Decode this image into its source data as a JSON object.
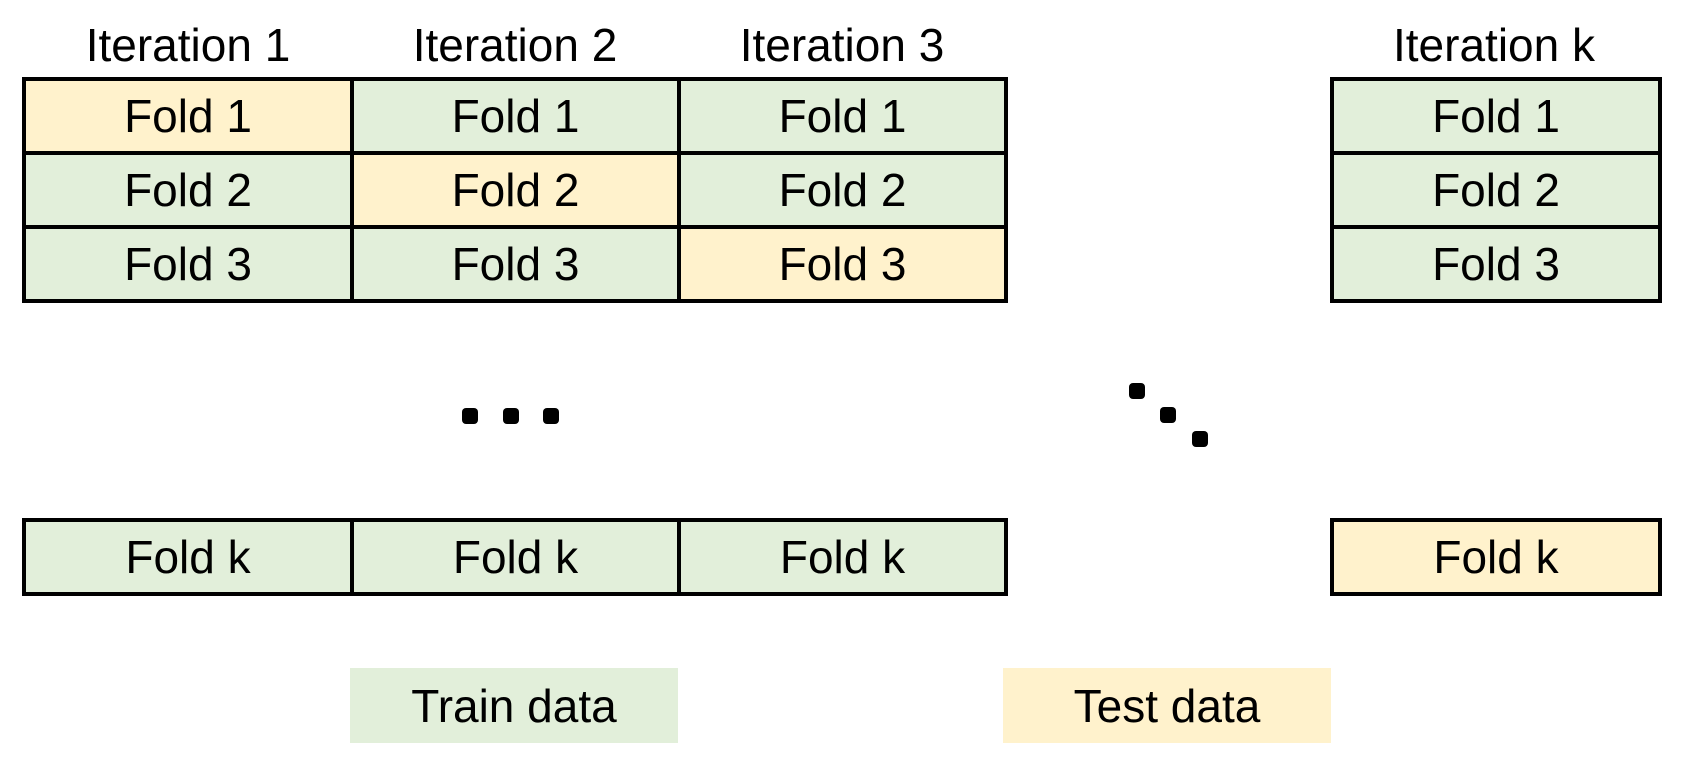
{
  "colors": {
    "train": "#e2efda",
    "test": "#fff2cc",
    "border": "#000000"
  },
  "iterations": [
    {
      "header": "Iteration 1",
      "folds": [
        "Fold 1",
        "Fold 2",
        "Fold 3"
      ],
      "test_index": 0
    },
    {
      "header": "Iteration 2",
      "folds": [
        "Fold 1",
        "Fold 2",
        "Fold 3"
      ],
      "test_index": 1
    },
    {
      "header": "Iteration 3",
      "folds": [
        "Fold 1",
        "Fold 2",
        "Fold 3"
      ],
      "test_index": 2
    },
    {
      "header": "Iteration k",
      "folds": [
        "Fold 1",
        "Fold 2",
        "Fold 3"
      ],
      "test_index": -1
    }
  ],
  "last_row": {
    "folds": [
      "Fold k",
      "Fold k",
      "Fold k",
      "Fold k"
    ],
    "test_column": 3
  },
  "legend": {
    "train_label": "Train data",
    "test_label": "Test data"
  }
}
